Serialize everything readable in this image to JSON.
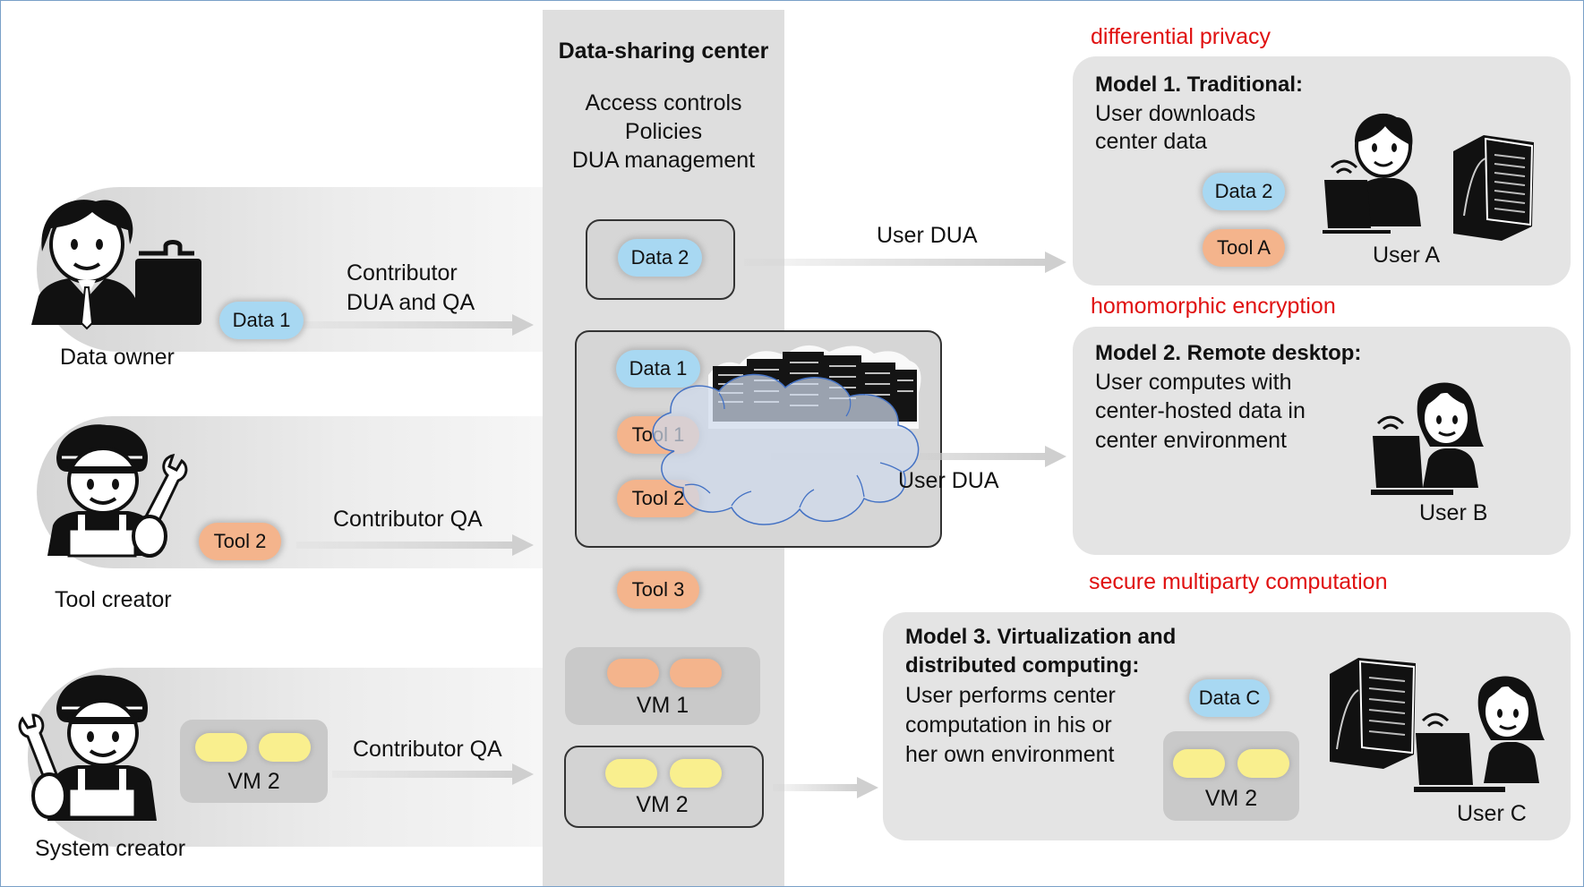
{
  "center": {
    "title": "Data-sharing center",
    "lines": [
      "Access controls",
      "Policies",
      "DUA management"
    ],
    "pills": {
      "data2": "Data 2",
      "data1": "Data 1",
      "tool1": "Tool 1",
      "tool2": "Tool 2",
      "tool3": "Tool 3",
      "vm1": "VM 1",
      "vm2": "VM 2"
    }
  },
  "contributors": {
    "data_owner": {
      "label": "Data owner",
      "pill": "Data 1",
      "arrow_label": [
        "Contributor",
        "DUA and QA"
      ]
    },
    "tool_creator": {
      "label": "Tool creator",
      "pill": "Tool 2",
      "arrow_label": "Contributor QA"
    },
    "system_creator": {
      "label": "System creator",
      "pill": "VM 2",
      "arrow_label": "Contributor QA"
    }
  },
  "arrows": {
    "user_dua_1": "User DUA",
    "user_dua_2": "User DUA"
  },
  "annotations": {
    "model1": "differential privacy",
    "model2": "homomorphic encryption",
    "model3": "secure multiparty computation"
  },
  "models": {
    "m1": {
      "title": "Model 1. Traditional:",
      "desc": [
        "User downloads",
        "center data"
      ],
      "pills": [
        "Data 2",
        "Tool A"
      ],
      "user": "User A"
    },
    "m2": {
      "title": "Model 2. Remote desktop:",
      "desc": [
        "User computes with",
        "center-hosted data in",
        "center environment"
      ],
      "user": "User B"
    },
    "m3": {
      "title": [
        "Model 3. Virtualization and",
        "distributed computing:"
      ],
      "desc": [
        "User performs center",
        "computation in his or",
        "her own environment"
      ],
      "pills": [
        "Data C",
        "VM 2"
      ],
      "user": "User C"
    }
  },
  "colors": {
    "data_pill": "#a8d8f2",
    "tool_pill": "#f4b48c",
    "vm_pill": "#f9ef8e",
    "annotation": "#e01010",
    "cloud_fill": "#cfd9ec",
    "cloud_stroke": "#4472c4"
  }
}
